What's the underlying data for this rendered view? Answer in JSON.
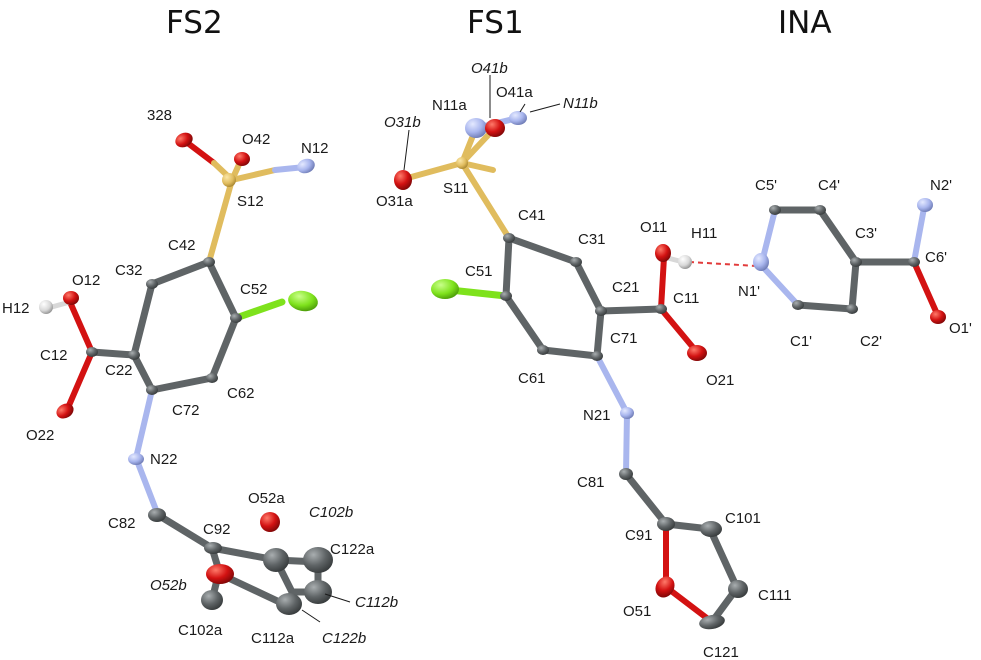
{
  "titles": {
    "fs2": "FS2",
    "fs1": "FS1",
    "ina": "INA"
  },
  "colors": {
    "carbon": "#5f6466",
    "oxygen": "#d31212",
    "nitrogen": "#a9b6ee",
    "sulfur": "#e0bc5e",
    "chlorine": "#7ee21c",
    "hydrogen": "#d8d8d8",
    "hbond": "#e23b3b",
    "label": "#1a1a1a"
  },
  "labels": {
    "fs2": {
      "l328": "328",
      "O42": "O42",
      "N12": "N12",
      "S12": "S12",
      "C42": "C42",
      "C32": "C32",
      "C52": "C52",
      "O12": "O12",
      "H12": "H12",
      "C12": "C12",
      "C22": "C22",
      "C62": "C62",
      "C72": "C72",
      "O22": "O22",
      "N22": "N22",
      "C82": "C82",
      "C92": "C92",
      "O52a": "O52a",
      "C102b": "C102b",
      "C122a": "C122a",
      "O52b": "O52b",
      "C112b": "C112b",
      "C102a": "C102a",
      "C112a": "C112a",
      "C122b": "C122b"
    },
    "fs1": {
      "O41b": "O41b",
      "N11a": "N11a",
      "O41a": "O41a",
      "O31b": "O31b",
      "N11b": "N11b",
      "S11": "S11",
      "O31a": "O31a",
      "C41": "C41",
      "C31": "C31",
      "O11": "O11",
      "H11": "H11",
      "C51": "C51",
      "C21": "C21",
      "C11": "C11",
      "C71": "C71",
      "C61": "C61",
      "O21": "O21",
      "N21": "N21",
      "C81": "C81",
      "C91": "C91",
      "C101": "C101",
      "C111": "C111",
      "O51": "O51",
      "C121": "C121"
    },
    "ina": {
      "C5p": "C5'",
      "C4p": "C4'",
      "N2p": "N2'",
      "C3p": "C3'",
      "C6p": "C6'",
      "N1p": "N1'",
      "C1p": "C1'",
      "C2p": "C2'",
      "O1p": "O1'"
    }
  }
}
